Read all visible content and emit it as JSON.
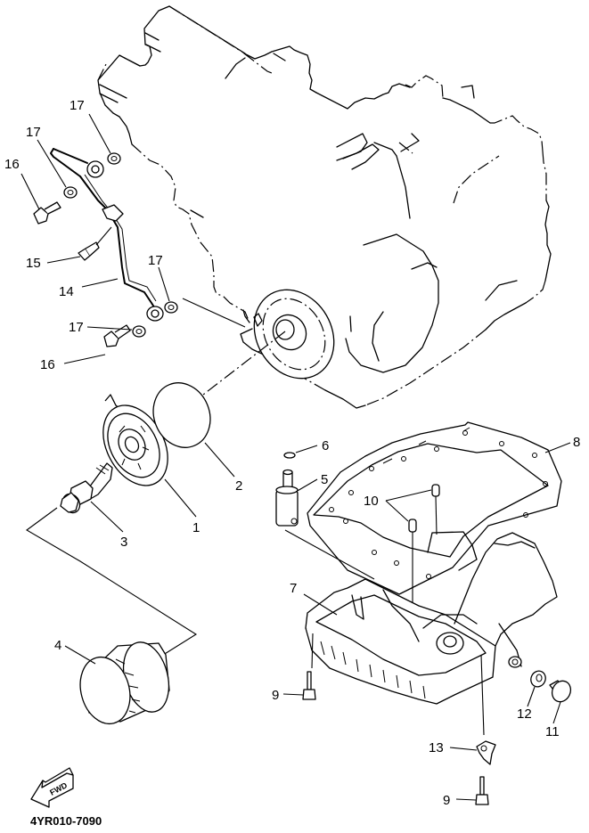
{
  "diagram": {
    "title_code": "4YR010-7090",
    "direction_badge": "FWD",
    "callouts": [
      {
        "id": "c1",
        "label": "1",
        "part": "oil-filter-housing"
      },
      {
        "id": "c2",
        "label": "2",
        "part": "o-ring-large"
      },
      {
        "id": "c3",
        "label": "3",
        "part": "union-bolt"
      },
      {
        "id": "c4",
        "label": "4",
        "part": "oil-filter-cartridge"
      },
      {
        "id": "c5",
        "label": "5",
        "part": "oil-pipe-fitting"
      },
      {
        "id": "c6",
        "label": "6",
        "part": "o-ring-small"
      },
      {
        "id": "c7",
        "label": "7",
        "part": "oil-pan"
      },
      {
        "id": "c8",
        "label": "8",
        "part": "oil-pan-gasket"
      },
      {
        "id": "c9a",
        "label": "9",
        "part": "bolt-oil-pan-left"
      },
      {
        "id": "c9b",
        "label": "9",
        "part": "bolt-oil-pan-bottom"
      },
      {
        "id": "c10",
        "label": "10",
        "part": "dowel-pins"
      },
      {
        "id": "c11",
        "label": "11",
        "part": "drain-plug"
      },
      {
        "id": "c12",
        "label": "12",
        "part": "drain-gasket"
      },
      {
        "id": "c13",
        "label": "13",
        "part": "clamp"
      },
      {
        "id": "c14",
        "label": "14",
        "part": "oil-delivery-pipe"
      },
      {
        "id": "c15",
        "label": "15",
        "part": "pipe-bolt"
      },
      {
        "id": "c16a",
        "label": "16",
        "part": "union-bolt-upper"
      },
      {
        "id": "c16b",
        "label": "16",
        "part": "union-bolt-lower"
      },
      {
        "id": "c17a",
        "label": "17",
        "part": "washer-upper-right"
      },
      {
        "id": "c17b",
        "label": "17",
        "part": "washer-upper-left"
      },
      {
        "id": "c17c",
        "label": "17",
        "part": "washer-lower-right"
      },
      {
        "id": "c17d",
        "label": "17",
        "part": "washer-lower-left"
      }
    ]
  }
}
